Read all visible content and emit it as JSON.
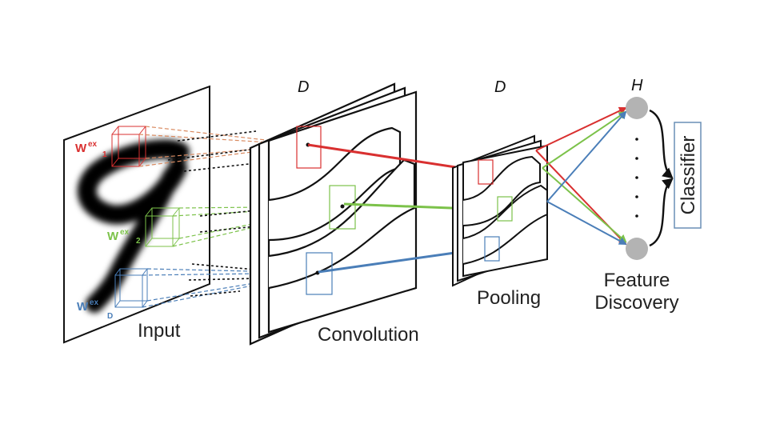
{
  "labels": {
    "input": "Input",
    "convolution": "Convolution",
    "pooling": "Pooling",
    "feature_line1": "Feature",
    "feature_line2": "Discovery",
    "classifier": "Classifier",
    "d_conv": "D",
    "d_pool": "D",
    "h_layer": "H"
  },
  "filters": [
    {
      "base": "W",
      "sup": "ex",
      "sub": "1",
      "color": "#d93030"
    },
    {
      "base": "W",
      "sup": "ex",
      "sub": "2",
      "color": "#7cc24a"
    },
    {
      "base": "W",
      "sup": "ex",
      "sub": "D",
      "color": "#4a7eb8"
    }
  ],
  "colors": {
    "red": "#d93030",
    "green": "#7cc24a",
    "blue": "#4a7eb8",
    "node": "#b3b3b3",
    "classifier_border": "#6a8fb5",
    "stroke": "#111111"
  }
}
